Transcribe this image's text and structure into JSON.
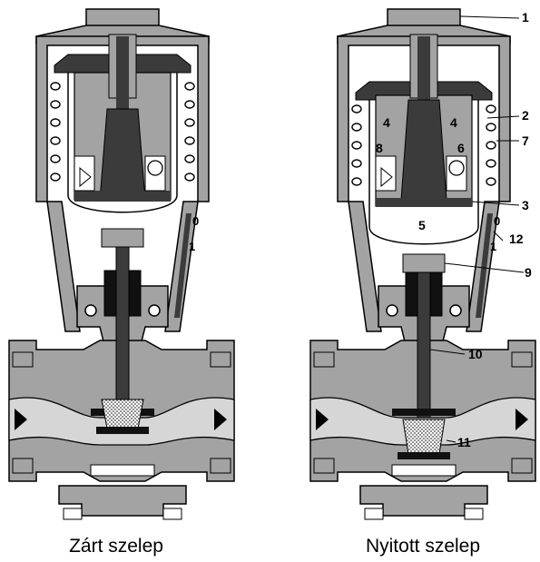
{
  "captions": {
    "closed": "Zárt szelep",
    "open": "Nyitott szelep"
  },
  "scale_labels": {
    "zero": "0",
    "one": "1"
  },
  "callouts": [
    {
      "id": "1",
      "label": "1"
    },
    {
      "id": "2",
      "label": "2"
    },
    {
      "id": "7",
      "label": "7"
    },
    {
      "id": "3",
      "label": "3"
    },
    {
      "id": "12",
      "label": "12"
    },
    {
      "id": "9",
      "label": "9"
    },
    {
      "id": "10",
      "label": "10"
    },
    {
      "id": "11",
      "label": "11"
    }
  ],
  "chamber_labels": [
    {
      "id": "4a",
      "label": "4"
    },
    {
      "id": "4b",
      "label": "4"
    },
    {
      "id": "8",
      "label": "8"
    },
    {
      "id": "6",
      "label": "6"
    },
    {
      "id": "5",
      "label": "5"
    }
  ],
  "colors": {
    "metal": "#a3a3a3",
    "dark": "#3b3b3b",
    "outline": "#000000",
    "light": "#d6d6d6"
  }
}
